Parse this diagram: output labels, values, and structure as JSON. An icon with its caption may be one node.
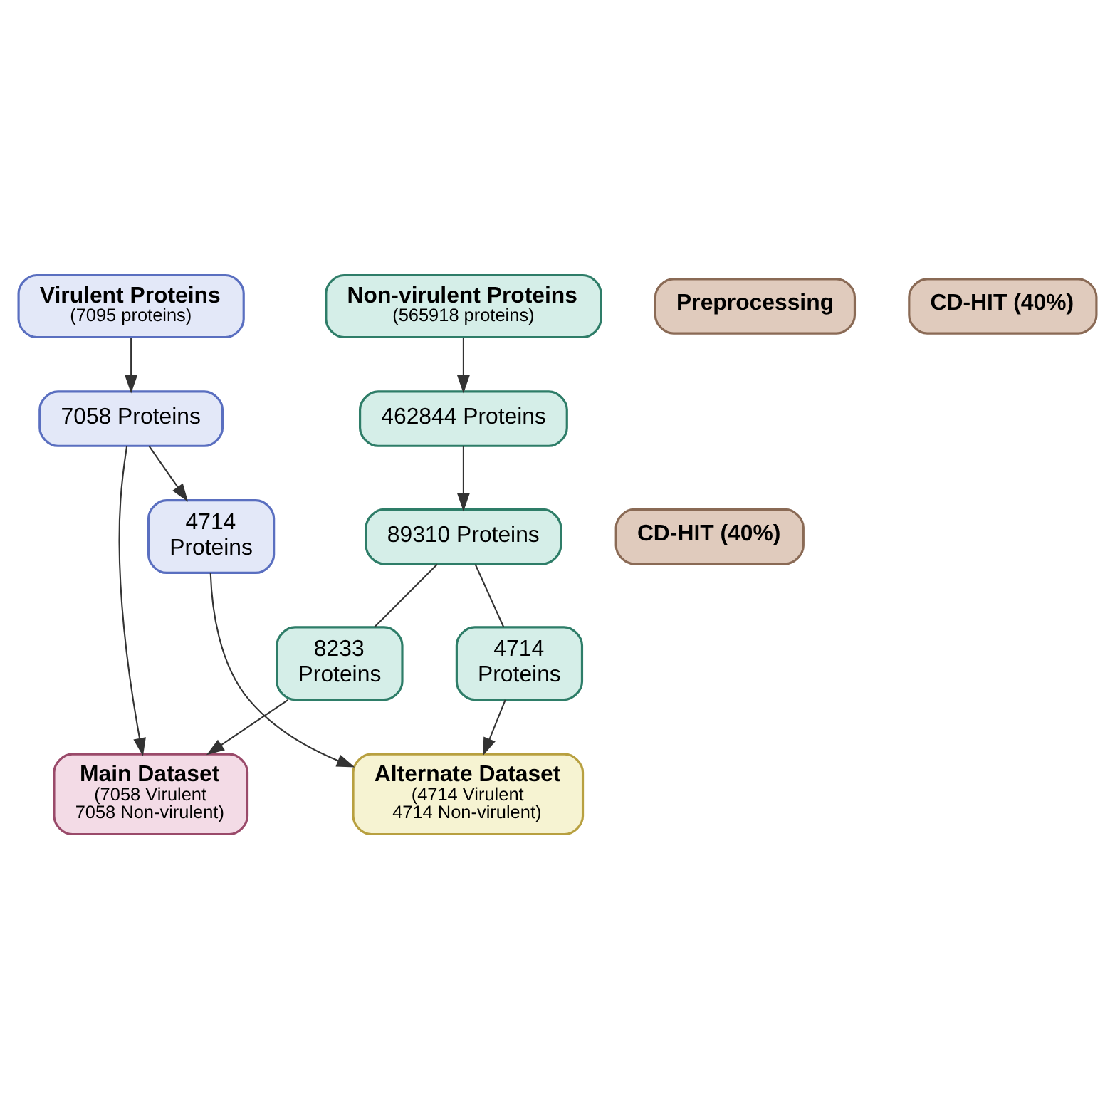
{
  "diagram": {
    "nodes": [
      {
        "text": [
          "Virulent Proteins",
          "(7095 proteins)"
        ]
      },
      {
        "text": [
          "Non-virulent Proteins",
          "(565918 proteins)"
        ]
      },
      {
        "text": [
          "Preprocessing"
        ]
      },
      {
        "text": [
          "7058 Proteins"
        ]
      },
      {
        "text": [
          "462844 Proteins"
        ]
      },
      {
        "text": [
          "CD-HIT (40%)"
        ]
      },
      {
        "text": [
          "89310 Proteins"
        ]
      },
      {
        "text": [
          "CD-HIT (40%)"
        ]
      },
      {
        "text": [
          "8233 Proteins"
        ]
      },
      {
        "text": [
          "Main Dataset",
          "(7058 Virulent 7058 Non-virulent)"
        ]
      },
      {
        "text": [
          "4714 Proteins"
        ]
      },
      {
        "text": [
          "4714 Proteins"
        ]
      },
      {
        "text": [
          "Alternate Dataset",
          "(4714 Virulent 4714 Non-virulent)"
        ]
      }
    ],
    "edges": [
      {
        "from": 0,
        "to": 3,
        "arrow": "to"
      },
      {
        "from": 1,
        "to": 4,
        "arrow": "to"
      },
      {
        "from": 4,
        "to": 6,
        "arrow": "to"
      },
      {
        "from": 3,
        "to": 10,
        "arrow": "to"
      },
      {
        "from": 3,
        "to": 9,
        "arrow": "to"
      },
      {
        "from": 6,
        "to": 8,
        "arrow": "none"
      },
      {
        "from": 8,
        "to": 9,
        "arrow": "to"
      },
      {
        "from": 6,
        "to": 11,
        "arrow": "none"
      },
      {
        "from": 10,
        "to": 12,
        "arrow": "to"
      },
      {
        "from": 11,
        "to": 12,
        "arrow": "to"
      }
    ]
  }
}
